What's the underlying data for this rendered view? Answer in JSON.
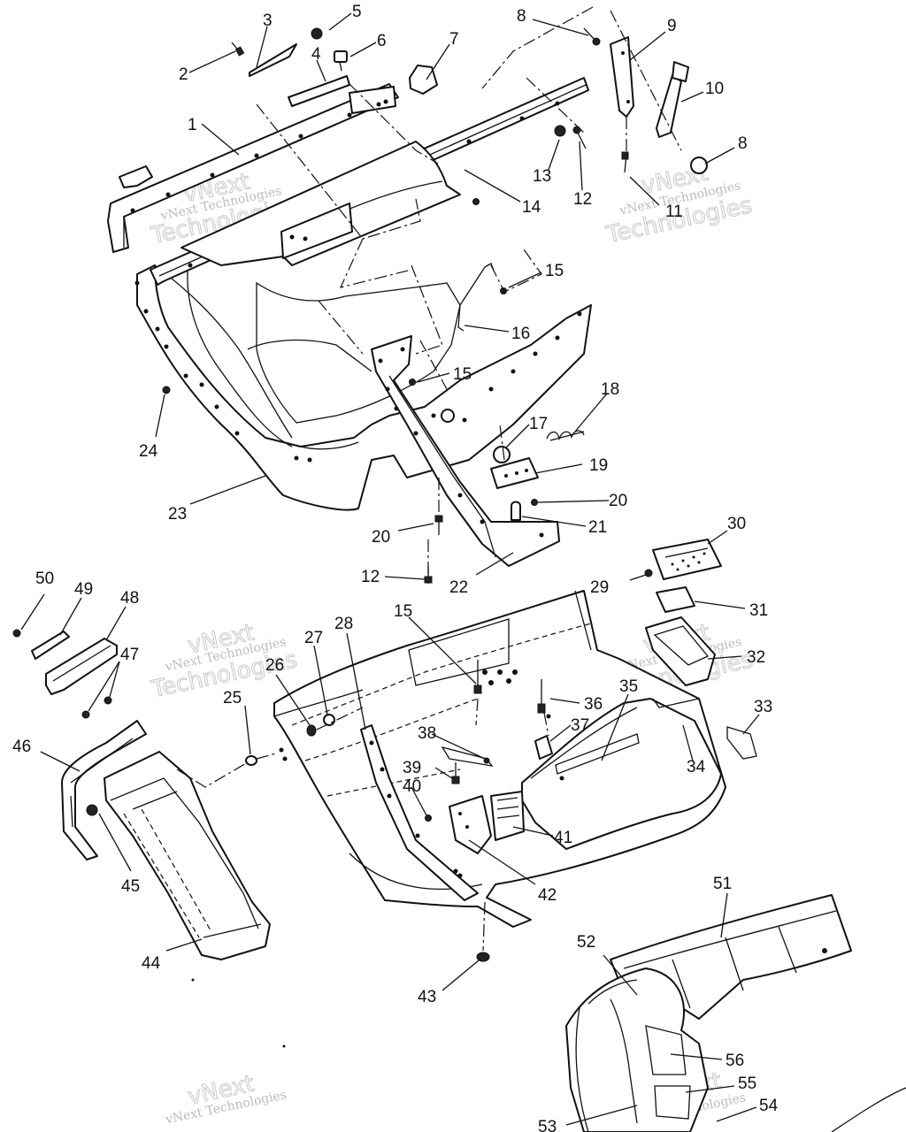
{
  "callouts": [
    {
      "id": "c1",
      "label": "1"
    },
    {
      "id": "c2",
      "label": "2"
    },
    {
      "id": "c3",
      "label": "3"
    },
    {
      "id": "c4",
      "label": "4"
    },
    {
      "id": "c5",
      "label": "5"
    },
    {
      "id": "c6",
      "label": "6"
    },
    {
      "id": "c7",
      "label": "7"
    },
    {
      "id": "c8a",
      "label": "8"
    },
    {
      "id": "c8b",
      "label": "8"
    },
    {
      "id": "c9",
      "label": "9"
    },
    {
      "id": "c10",
      "label": "10"
    },
    {
      "id": "c11",
      "label": "11"
    },
    {
      "id": "c12a",
      "label": "12"
    },
    {
      "id": "c12b",
      "label": "12"
    },
    {
      "id": "c13",
      "label": "13"
    },
    {
      "id": "c14",
      "label": "14"
    },
    {
      "id": "c15a",
      "label": "15"
    },
    {
      "id": "c15b",
      "label": "15"
    },
    {
      "id": "c15c",
      "label": "15"
    },
    {
      "id": "c16",
      "label": "16"
    },
    {
      "id": "c17",
      "label": "17"
    },
    {
      "id": "c18",
      "label": "18"
    },
    {
      "id": "c19",
      "label": "19"
    },
    {
      "id": "c20a",
      "label": "20"
    },
    {
      "id": "c20b",
      "label": "20"
    },
    {
      "id": "c21",
      "label": "21"
    },
    {
      "id": "c22",
      "label": "22"
    },
    {
      "id": "c23",
      "label": "23"
    },
    {
      "id": "c24",
      "label": "24"
    },
    {
      "id": "c25",
      "label": "25"
    },
    {
      "id": "c26",
      "label": "26"
    },
    {
      "id": "c27",
      "label": "27"
    },
    {
      "id": "c28",
      "label": "28"
    },
    {
      "id": "c29",
      "label": "29"
    },
    {
      "id": "c30",
      "label": "30"
    },
    {
      "id": "c31",
      "label": "31"
    },
    {
      "id": "c32",
      "label": "32"
    },
    {
      "id": "c33",
      "label": "33"
    },
    {
      "id": "c34",
      "label": "34"
    },
    {
      "id": "c35",
      "label": "35"
    },
    {
      "id": "c36",
      "label": "36"
    },
    {
      "id": "c37",
      "label": "37"
    },
    {
      "id": "c38",
      "label": "38"
    },
    {
      "id": "c39",
      "label": "39"
    },
    {
      "id": "c40",
      "label": "40"
    },
    {
      "id": "c41",
      "label": "41"
    },
    {
      "id": "c42",
      "label": "42"
    },
    {
      "id": "c43",
      "label": "43"
    },
    {
      "id": "c44",
      "label": "44"
    },
    {
      "id": "c45",
      "label": "45"
    },
    {
      "id": "c46",
      "label": "46"
    },
    {
      "id": "c47",
      "label": "47"
    },
    {
      "id": "c48",
      "label": "48"
    },
    {
      "id": "c49",
      "label": "49"
    },
    {
      "id": "c50",
      "label": "50"
    },
    {
      "id": "c51",
      "label": "51"
    },
    {
      "id": "c52",
      "label": "52"
    },
    {
      "id": "c53",
      "label": "53"
    },
    {
      "id": "c54",
      "label": "54"
    },
    {
      "id": "c55",
      "label": "55"
    },
    {
      "id": "c56",
      "label": "56"
    }
  ],
  "watermark": {
    "line1": "vNext",
    "line2": "vNext Technologies",
    "line3": "Technologies"
  }
}
